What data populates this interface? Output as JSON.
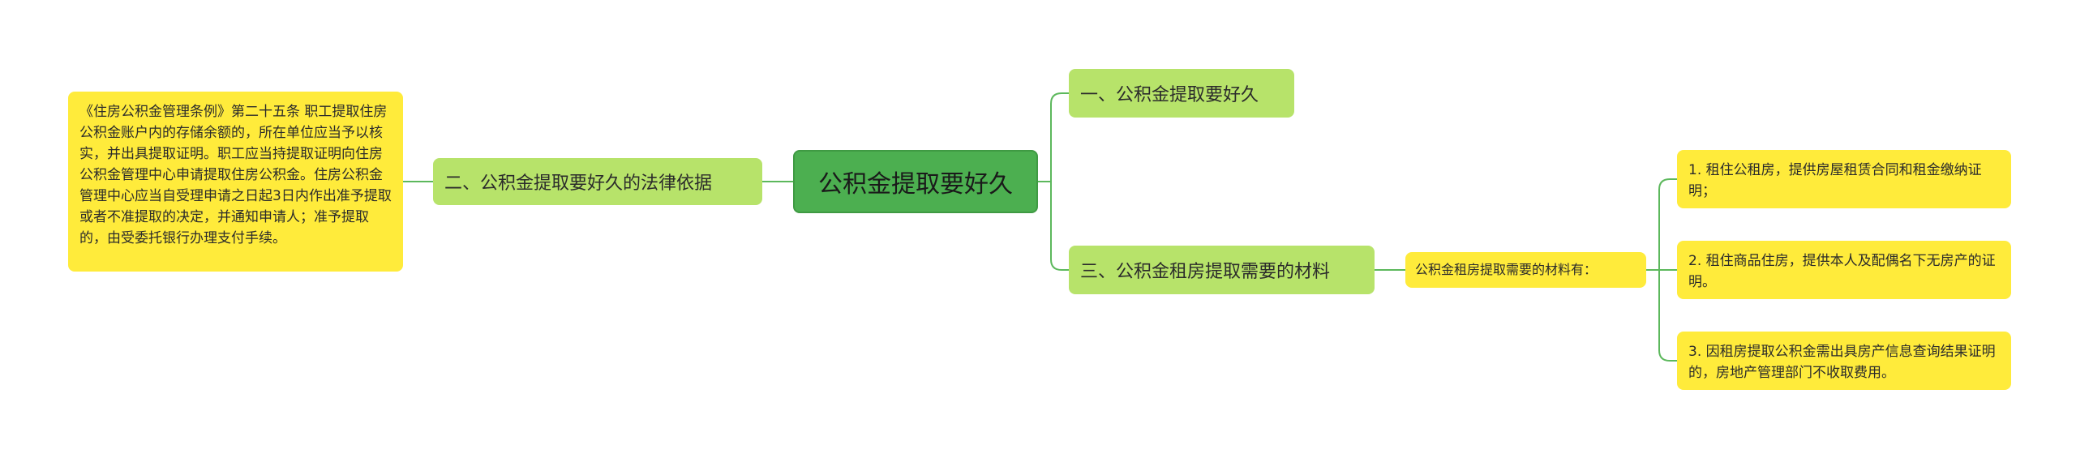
{
  "root": {
    "label": "公积金提取要好久"
  },
  "branches": [
    {
      "label": "一、公积金提取要好久"
    },
    {
      "label": "二、公积金提取要好久的法律依据"
    },
    {
      "label": "三、公积金租房提取需要的材料"
    }
  ],
  "legal_note": "《住房公积金管理条例》第二十五条 职工提取住房公积金账户内的存储余额的，所在单位应当予以核实，并出具提取证明。职工应当持提取证明向住房公积金管理中心申请提取住房公积金。住房公积金管理中心应当自受理申请之日起3日内作出准予提取或者不准提取的决定，并通知申请人；准予提取的，由受委托银行办理支付手续。",
  "materials": {
    "intro": "公积金租房提取需要的材料有：",
    "items": [
      "1. 租住公租房，提供房屋租赁合同和租金缴纳证明；",
      "2. 租住商品住房，提供本人及配偶名下无房产的证明。",
      "3. 因租房提取公积金需出具房产信息查询结果证明的，房地产管理部门不收取费用。"
    ]
  },
  "colors": {
    "root": "#4caf50",
    "branch": "#b7e36a",
    "leaf": "#ffeb3b",
    "connector": "#5cb85c"
  }
}
